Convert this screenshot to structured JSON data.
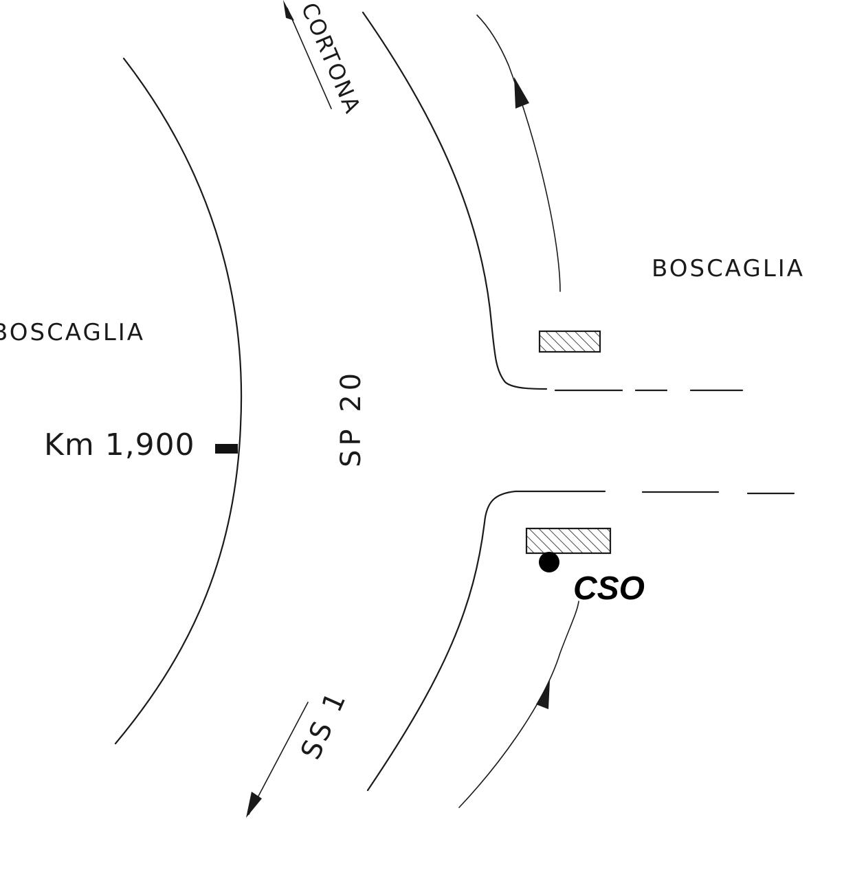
{
  "labels": {
    "left_area": "BOSCAGLIA",
    "right_area": "BOSCAGLIA",
    "road_main": "SP 20",
    "road_north": "CORTONA",
    "road_south": "SS 1",
    "km_marker": "Km 1,900",
    "point": "CSO"
  },
  "colors": {
    "ink": "#1a1a1a",
    "point_fill": "#000000",
    "background": "#ffffff"
  }
}
